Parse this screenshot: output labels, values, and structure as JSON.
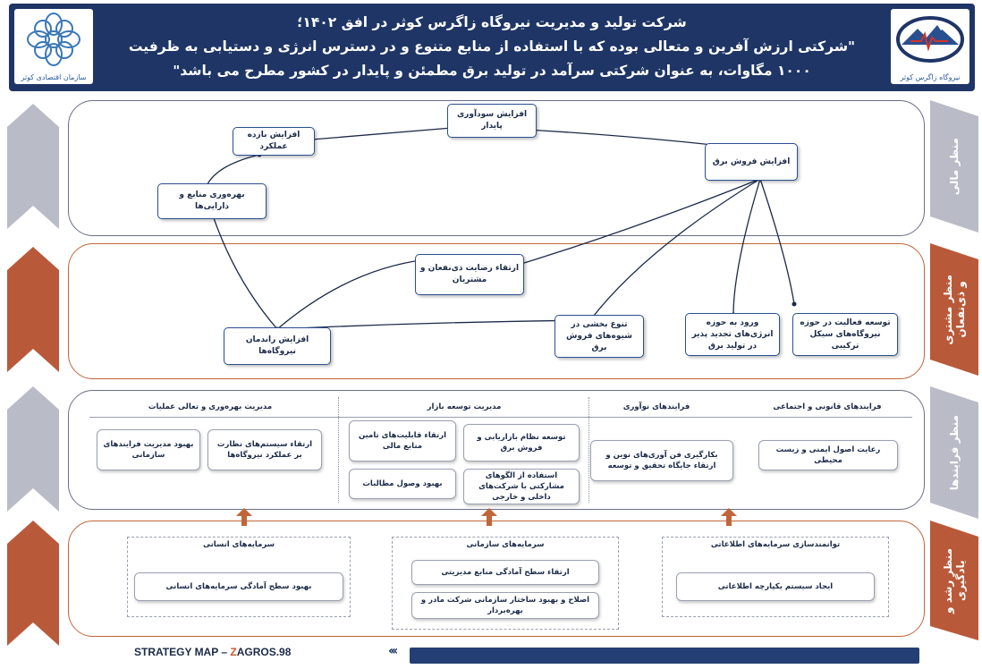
{
  "header": {
    "line1": "شرکت تولید و مدیریت نیروگاه زاگرس کوثر در افق ۱۴۰۲؛",
    "line2": "\"شرکتی ارزش آفرین و متعالی بوده که با استفاده از منابع متنوع و در دسترس انرژی و دستیابی به ظرفیت",
    "line3": "۱۰۰۰ مگاوات، به عنوان شرکتی سرآمد در تولید برق مطمئن و پایدار در کشور مطرح می باشد\"",
    "logo_left_caption": "سازمان اقتصادی کوثر",
    "logo_right_caption": "نیروگاه زاگرس کوثر",
    "logo_left_icon": "flower-emblem-icon",
    "logo_right_icon": "mountain-power-icon"
  },
  "perspectives": {
    "financial": "منظر مالی",
    "customer": "منظر مشتری\nو ذی‌نفعان",
    "process": "منظر فرایندها",
    "learning": "منظر رشد و\nیادگیری"
  },
  "financial": {
    "sustainable_profit": "افزایش سودآوری پایدار",
    "equity_return": "افزایش بازده عملکرد",
    "sales_increase": "افزایش فروش برق",
    "asset_productivity": "بهره‌وری منابع و دارایی‌ها"
  },
  "customer": {
    "stakeholder_satisfaction": "ارتقاء رضایت ذی‌نفعان و مشتریان",
    "diversify_sales": "تنوع بخشی در شیوه‌های فروش برق",
    "renewables": "ورود به حوزه انرژی‌های تجدید پذیر در تولید برق",
    "combined_cycle": "توسعه فعالیت در حوزه نیروگاه‌های سیکل ترکیبی",
    "plant_efficiency": "افزایش راندمان نیروگاه‌ها"
  },
  "process": {
    "ops_header": "مدیریت بهره‌وری و تعالی عملیات",
    "market_header": "مدیریت توسعه بازار",
    "innovation_header": "فرایندهای نوآوری",
    "legal_header": "فرایندهای قانونی و اجتماعی",
    "ops_box1": "بهبود مدیریت فرایندهای سازمانی",
    "ops_box2": "ارتقاء سیستم‌های نظارت بر عملکرد نیروگاه‌ها",
    "market_box1": "ارتقاء قابلیت‌های تامین منابع مالی",
    "market_box2": "توسعه نظام بازاریابی و فروش برق",
    "market_box3": "بهبود وصول مطالبات",
    "market_box4": "استفاده از الگوهای مشارکتی با شرکت‌های داخلی و خارجی",
    "innovation_box": "بکارگیری فن آوری‌های نوین و ارتقاء جایگاه تحقیق و توسعه",
    "legal_box": "رعایت اصول ایمنی و زیست محیطی"
  },
  "learning": {
    "human_header": "سرمایه‌های انسانی",
    "org_header": "سرمایه‌های سازمانی",
    "info_header": "توانمندسازی سرمایه‌های اطلاعاتی",
    "human_box": "بهبود سطح آمادگی سرمایه‌های انسانی",
    "org_box1": "ارتقاء سطح آمادگی منابع مدیریتی",
    "org_box2": "اصلاح و بهبود ساختار سازمانی شرکت مادر و بهره‌بردار",
    "info_box": "ایجاد سیستم یکپارچه اطلاعاتی"
  },
  "footer": {
    "title_a": "STRATEGY MAP – ",
    "title_z": "Z",
    "title_b": "AGROS.98",
    "chevrons": "‹‹‹"
  },
  "colors": {
    "navy": "#1e3566",
    "gray_band": "#b9bcc6",
    "orange_band": "#b85a3a",
    "node_border": "#2a4f8f"
  }
}
